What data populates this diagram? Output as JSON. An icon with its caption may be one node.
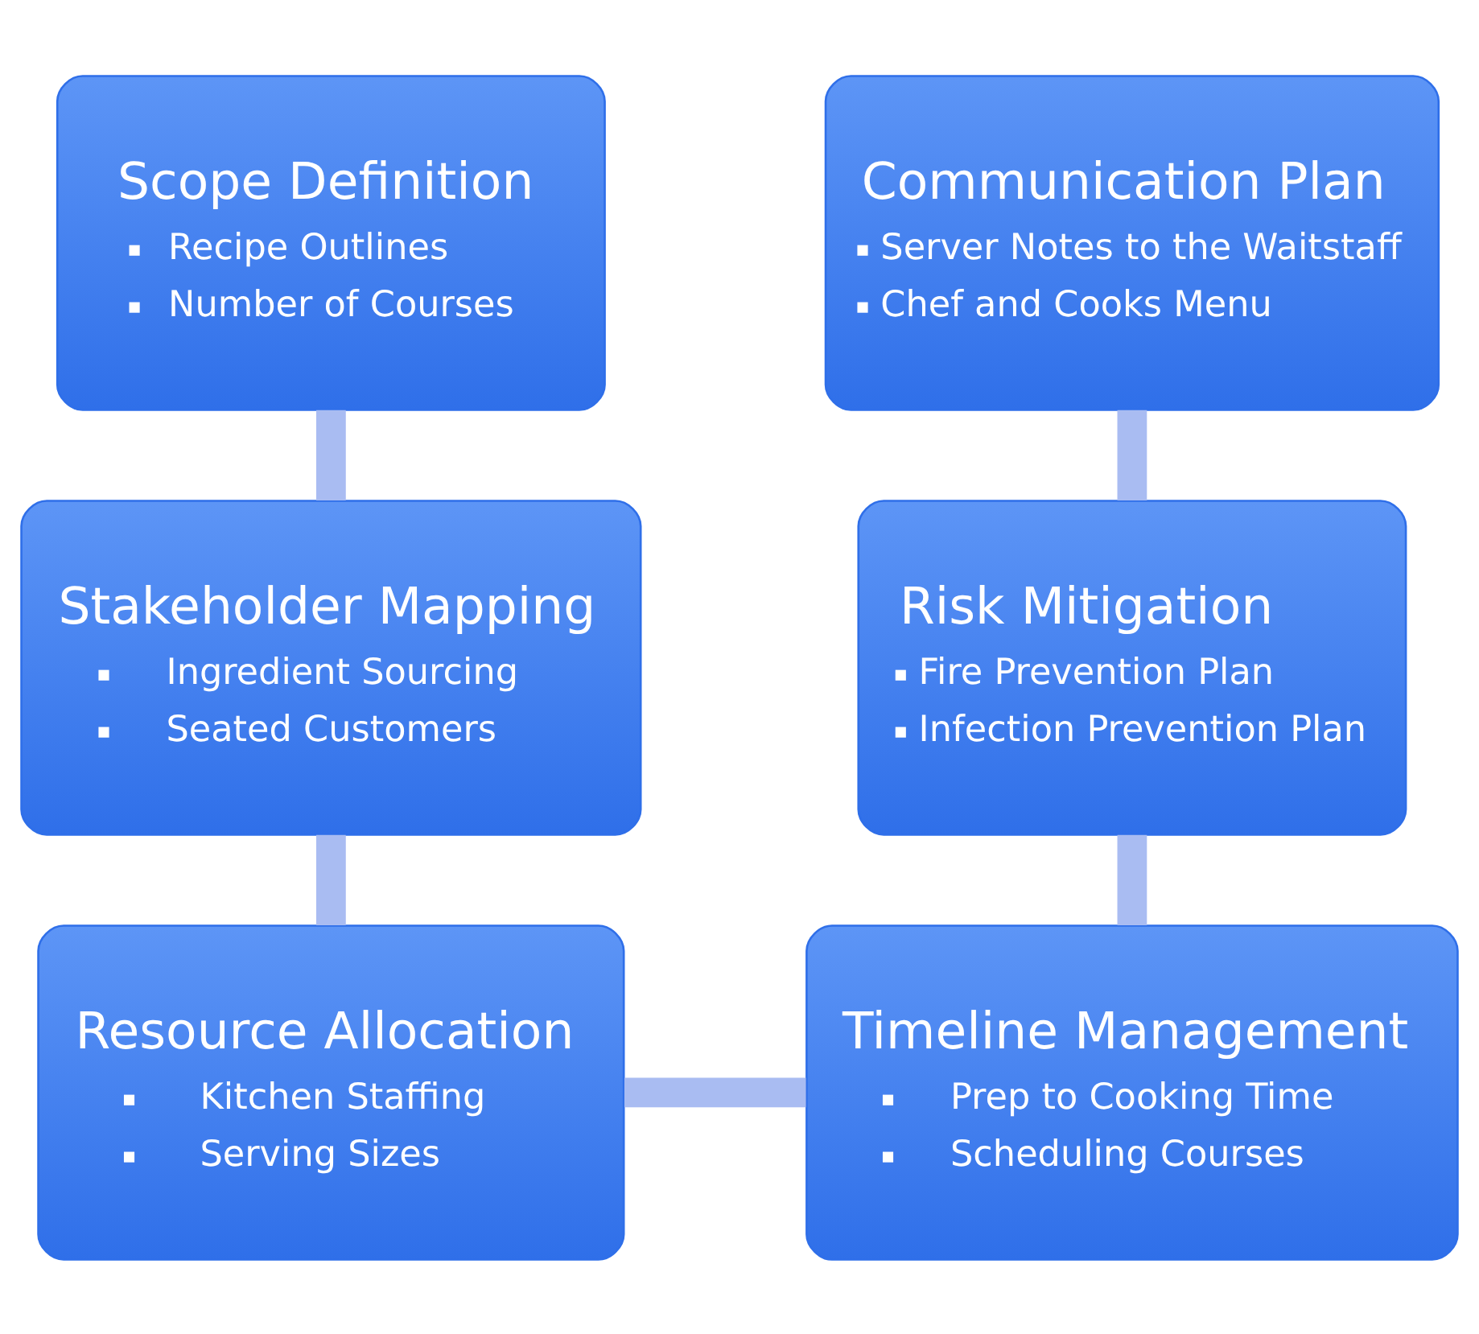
{
  "diagram": {
    "nodes": [
      {
        "text": [
          "Scope Definition",
          "Recipe Outlines",
          "Number of Courses"
        ]
      },
      {
        "text": [
          "Stakeholder Mapping",
          "Ingredient Sourcing",
          "Seated Customers"
        ]
      },
      {
        "text": [
          "Resource Allocation",
          "Kitchen Staffing",
          "Serving Sizes"
        ]
      },
      {
        "text": [
          "Timeline Management",
          "Prep to Cooking Time",
          "Scheduling Courses"
        ]
      },
      {
        "text": [
          "Risk Mitigation",
          "Fire Prevention Plan",
          "Infection Prevention Plan"
        ]
      },
      {
        "text": [
          "Communication Plan",
          "Server Notes to the Waitstaff",
          "Chef and Cooks Menu"
        ]
      }
    ],
    "edges": [
      {
        "from": 0,
        "to": 1,
        "arrow": "none"
      },
      {
        "from": 1,
        "to": 2,
        "arrow": "none"
      },
      {
        "from": 2,
        "to": 3,
        "arrow": "none"
      },
      {
        "from": 3,
        "to": 4,
        "arrow": "none"
      },
      {
        "from": 4,
        "to": 5,
        "arrow": "none"
      }
    ]
  }
}
